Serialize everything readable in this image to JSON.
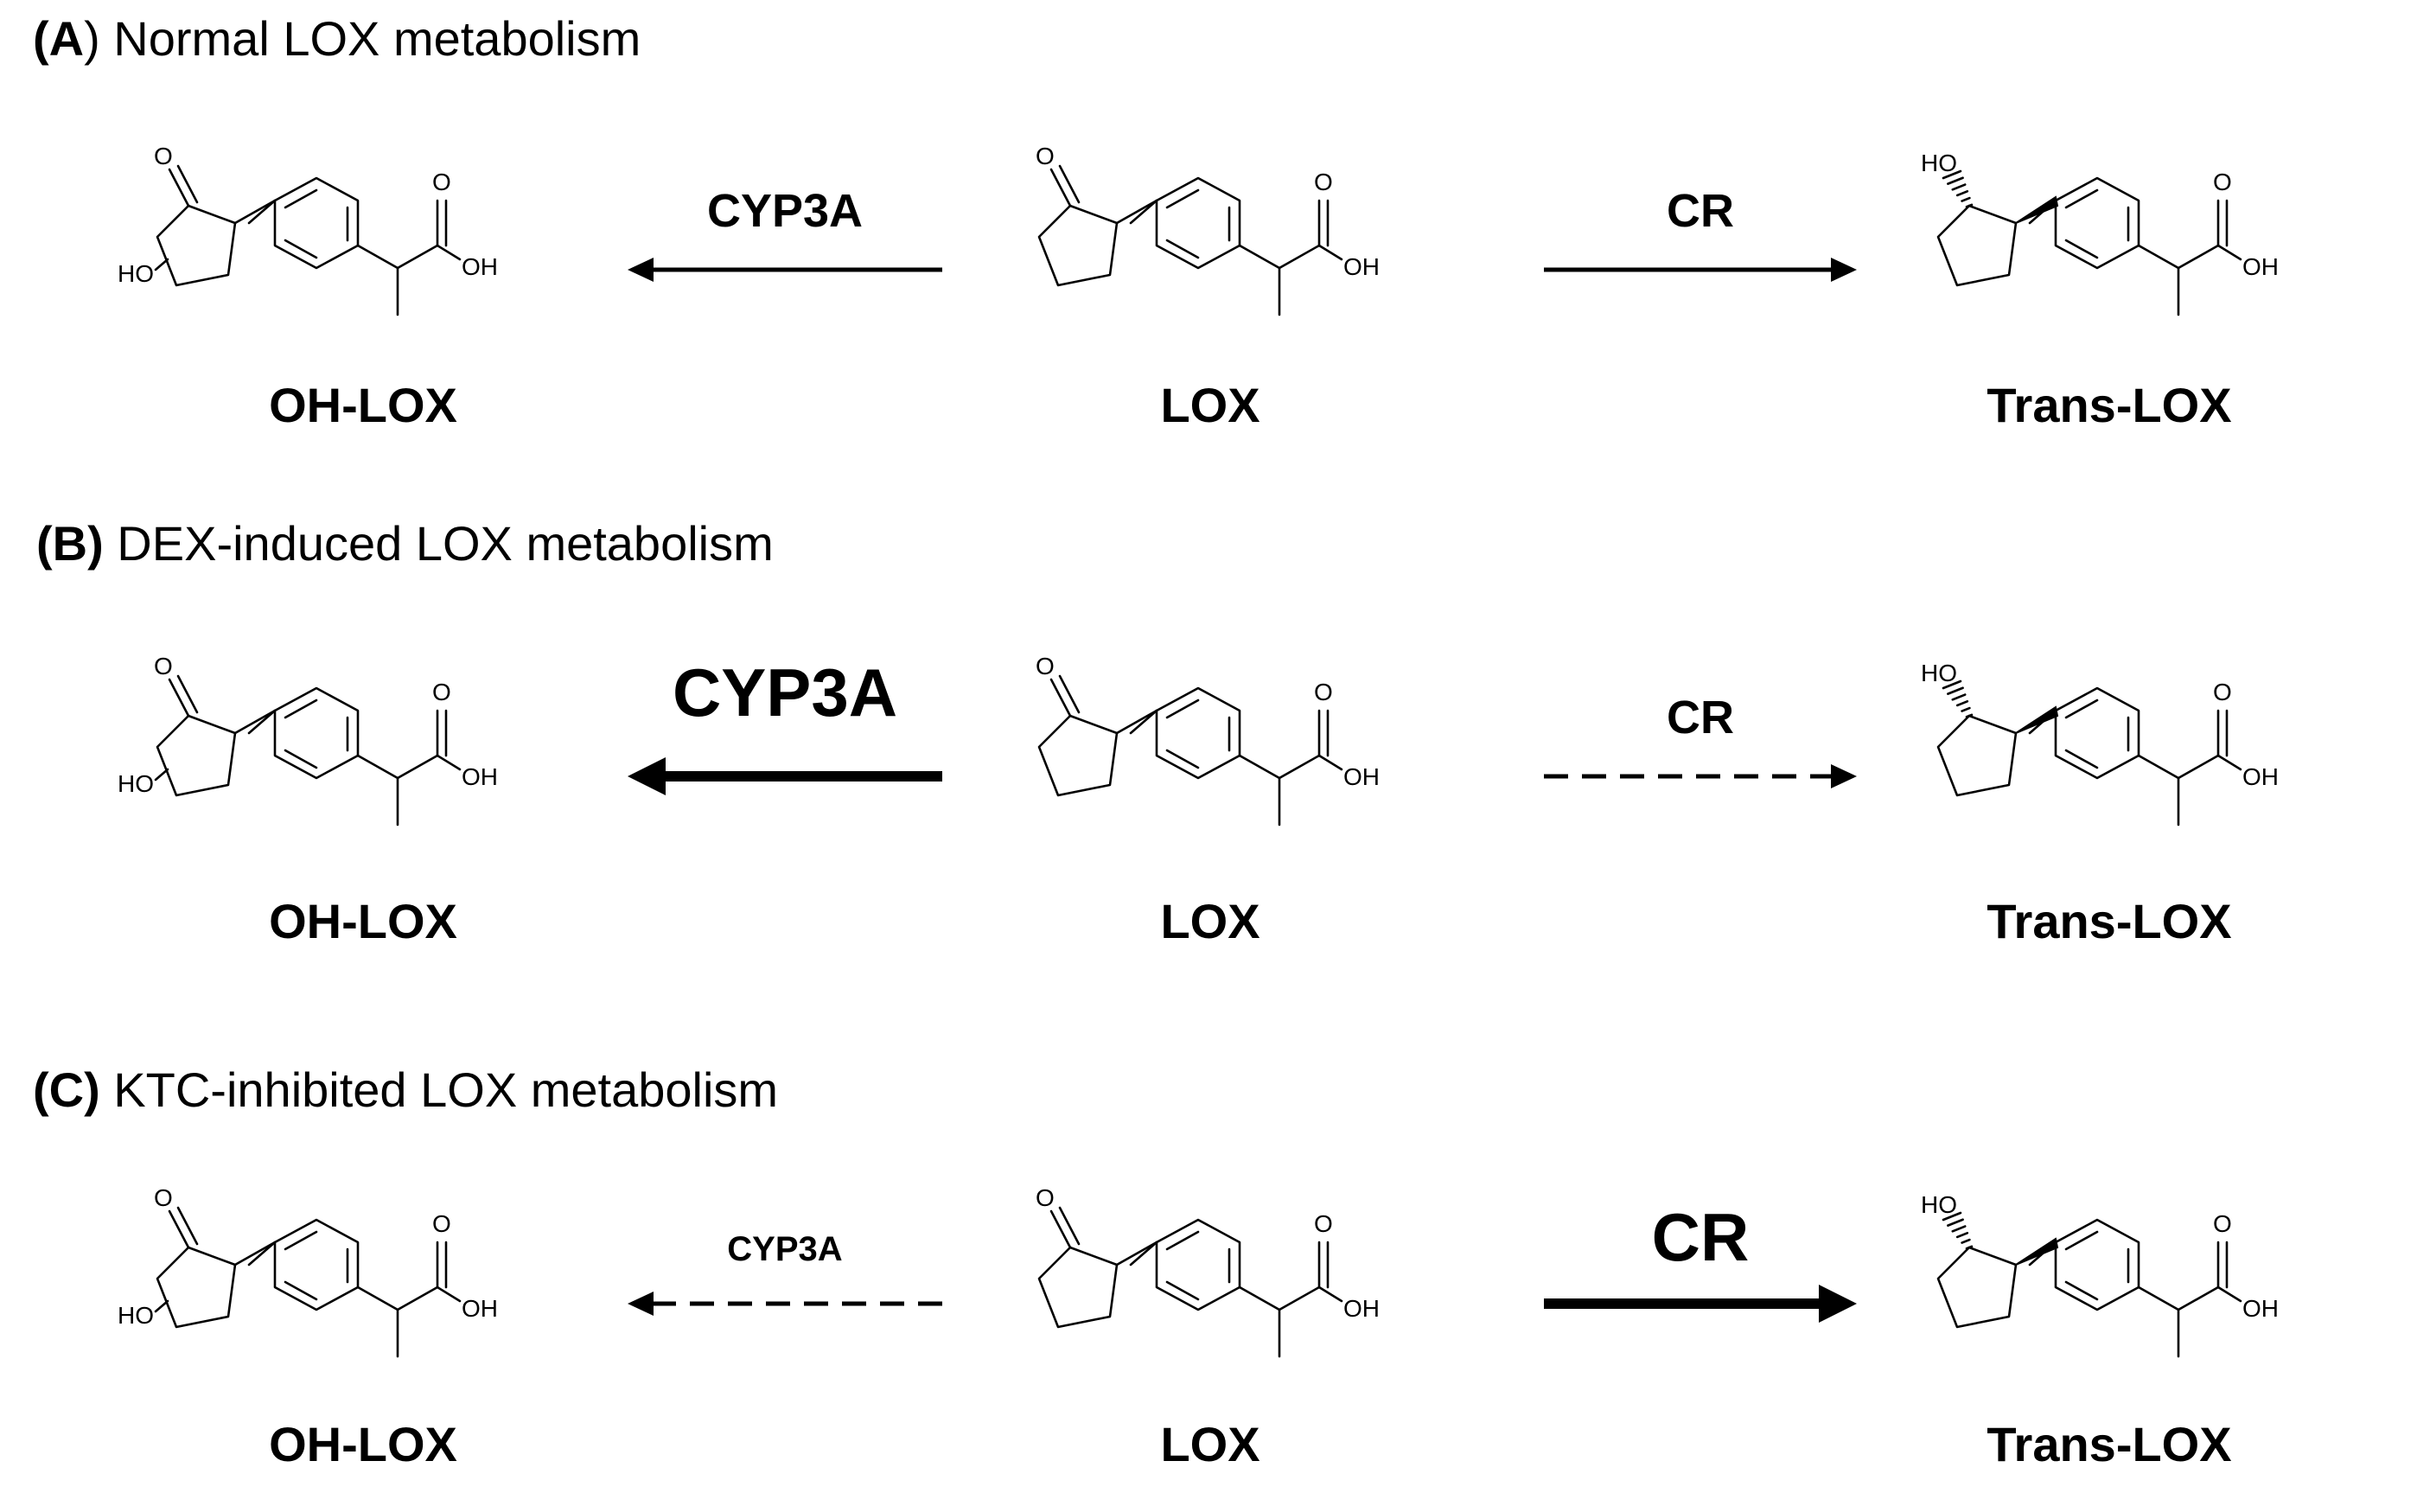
{
  "panels": [
    {
      "letter": "(A",
      "title": ") Normal LOX metabolism",
      "left_enzyme": "CYP3A",
      "left_style": "solid",
      "left_weight": "normal",
      "right_enzyme": "CR",
      "right_style": "solid",
      "right_weight": "normal",
      "products": {
        "left": "OH-LOX",
        "center": "LOX",
        "right": "Trans-LOX"
      }
    },
    {
      "letter": "(B)",
      "title": " DEX-induced LOX metabolism",
      "left_enzyme": "CYP3A",
      "left_style": "solid",
      "left_weight": "heavy",
      "right_enzyme": "CR",
      "right_style": "dashed",
      "right_weight": "normal",
      "products": {
        "left": "OH-LOX",
        "center": "LOX",
        "right": "Trans-LOX"
      }
    },
    {
      "letter": "(C)",
      "title": " KTC-inhibited LOX metabolism",
      "left_enzyme": "CYP3A",
      "left_style": "dashed",
      "left_weight": "light",
      "right_enzyme": "CR",
      "right_style": "solid",
      "right_weight": "heavy",
      "products": {
        "left": "OH-LOX",
        "center": "LOX",
        "right": "Trans-LOX"
      }
    }
  ],
  "atoms": {
    "ketone_o": "O",
    "acid_o": "O",
    "acid_oh": "OH",
    "hydroxy": "HO"
  }
}
